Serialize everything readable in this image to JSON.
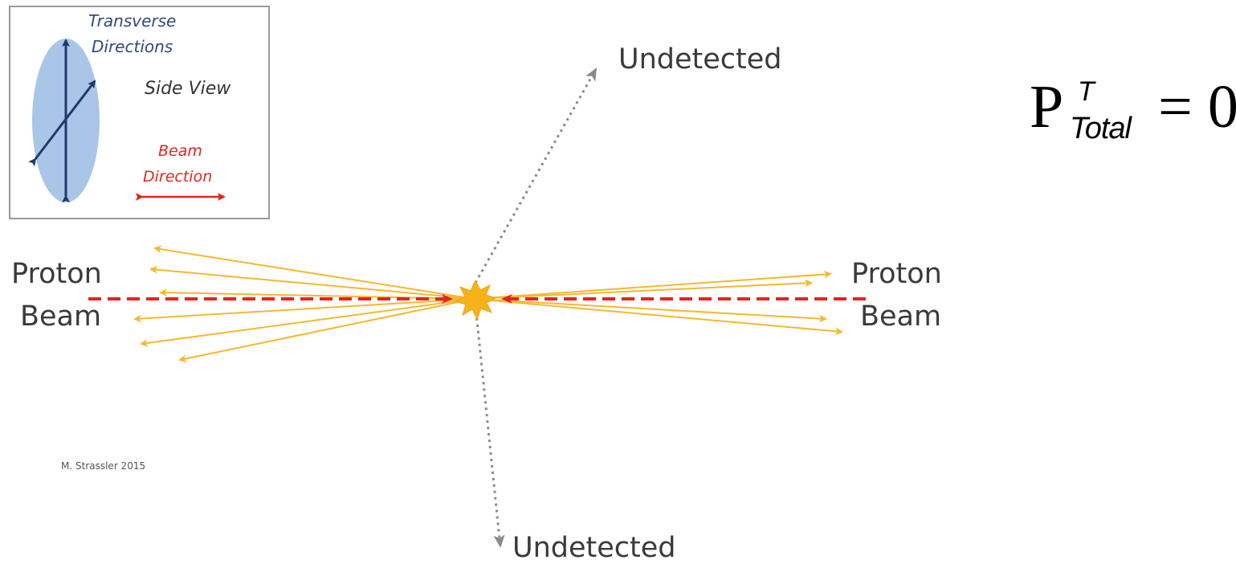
{
  "inset": {
    "transverse_label": [
      "Transverse",
      "Directions"
    ],
    "side_view_label": "Side View",
    "beam_direction_label": [
      "Beam",
      "Direction"
    ]
  },
  "labels": {
    "undetected_top": "Undetected",
    "undetected_bottom": "Undetected",
    "left_beam": [
      "Proton",
      "Beam"
    ],
    "right_beam": [
      "Proton",
      "Beam"
    ],
    "credit": "M. Strassler 2015"
  },
  "formula": {
    "symbol": "P",
    "superscript": "T",
    "subscript": "Total",
    "rhs": "= 0"
  },
  "colors": {
    "beam_line": "#e8231e",
    "particle_tracks": "#f5b82e",
    "collision_star": "#f7b21a",
    "undetected_tracks": "#8a8a8a",
    "ellipse_fill": "#a9c6e8",
    "inset_arrows": "#1f3a6b"
  }
}
